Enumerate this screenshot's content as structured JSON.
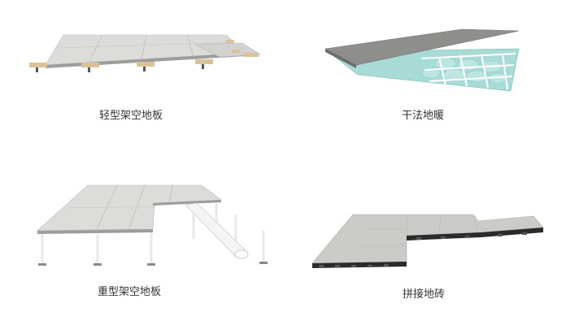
{
  "products": [
    {
      "label": "轻型架空地板"
    },
    {
      "label": "干法地暖"
    },
    {
      "label": "重型架空地板"
    },
    {
      "label": "拼接地砖"
    }
  ],
  "colors": {
    "panel_top": "#d7d7d5",
    "panel_edge": "#a9a9a7",
    "wood_block": "#d9c19a",
    "grey_sheet": "#8e8e8c",
    "insulation": "#a9dbd6",
    "pipe": "#ffffff",
    "tile_top": "#c9c9c5",
    "tile_base": "#2b2b2b",
    "caption": "#333333"
  }
}
